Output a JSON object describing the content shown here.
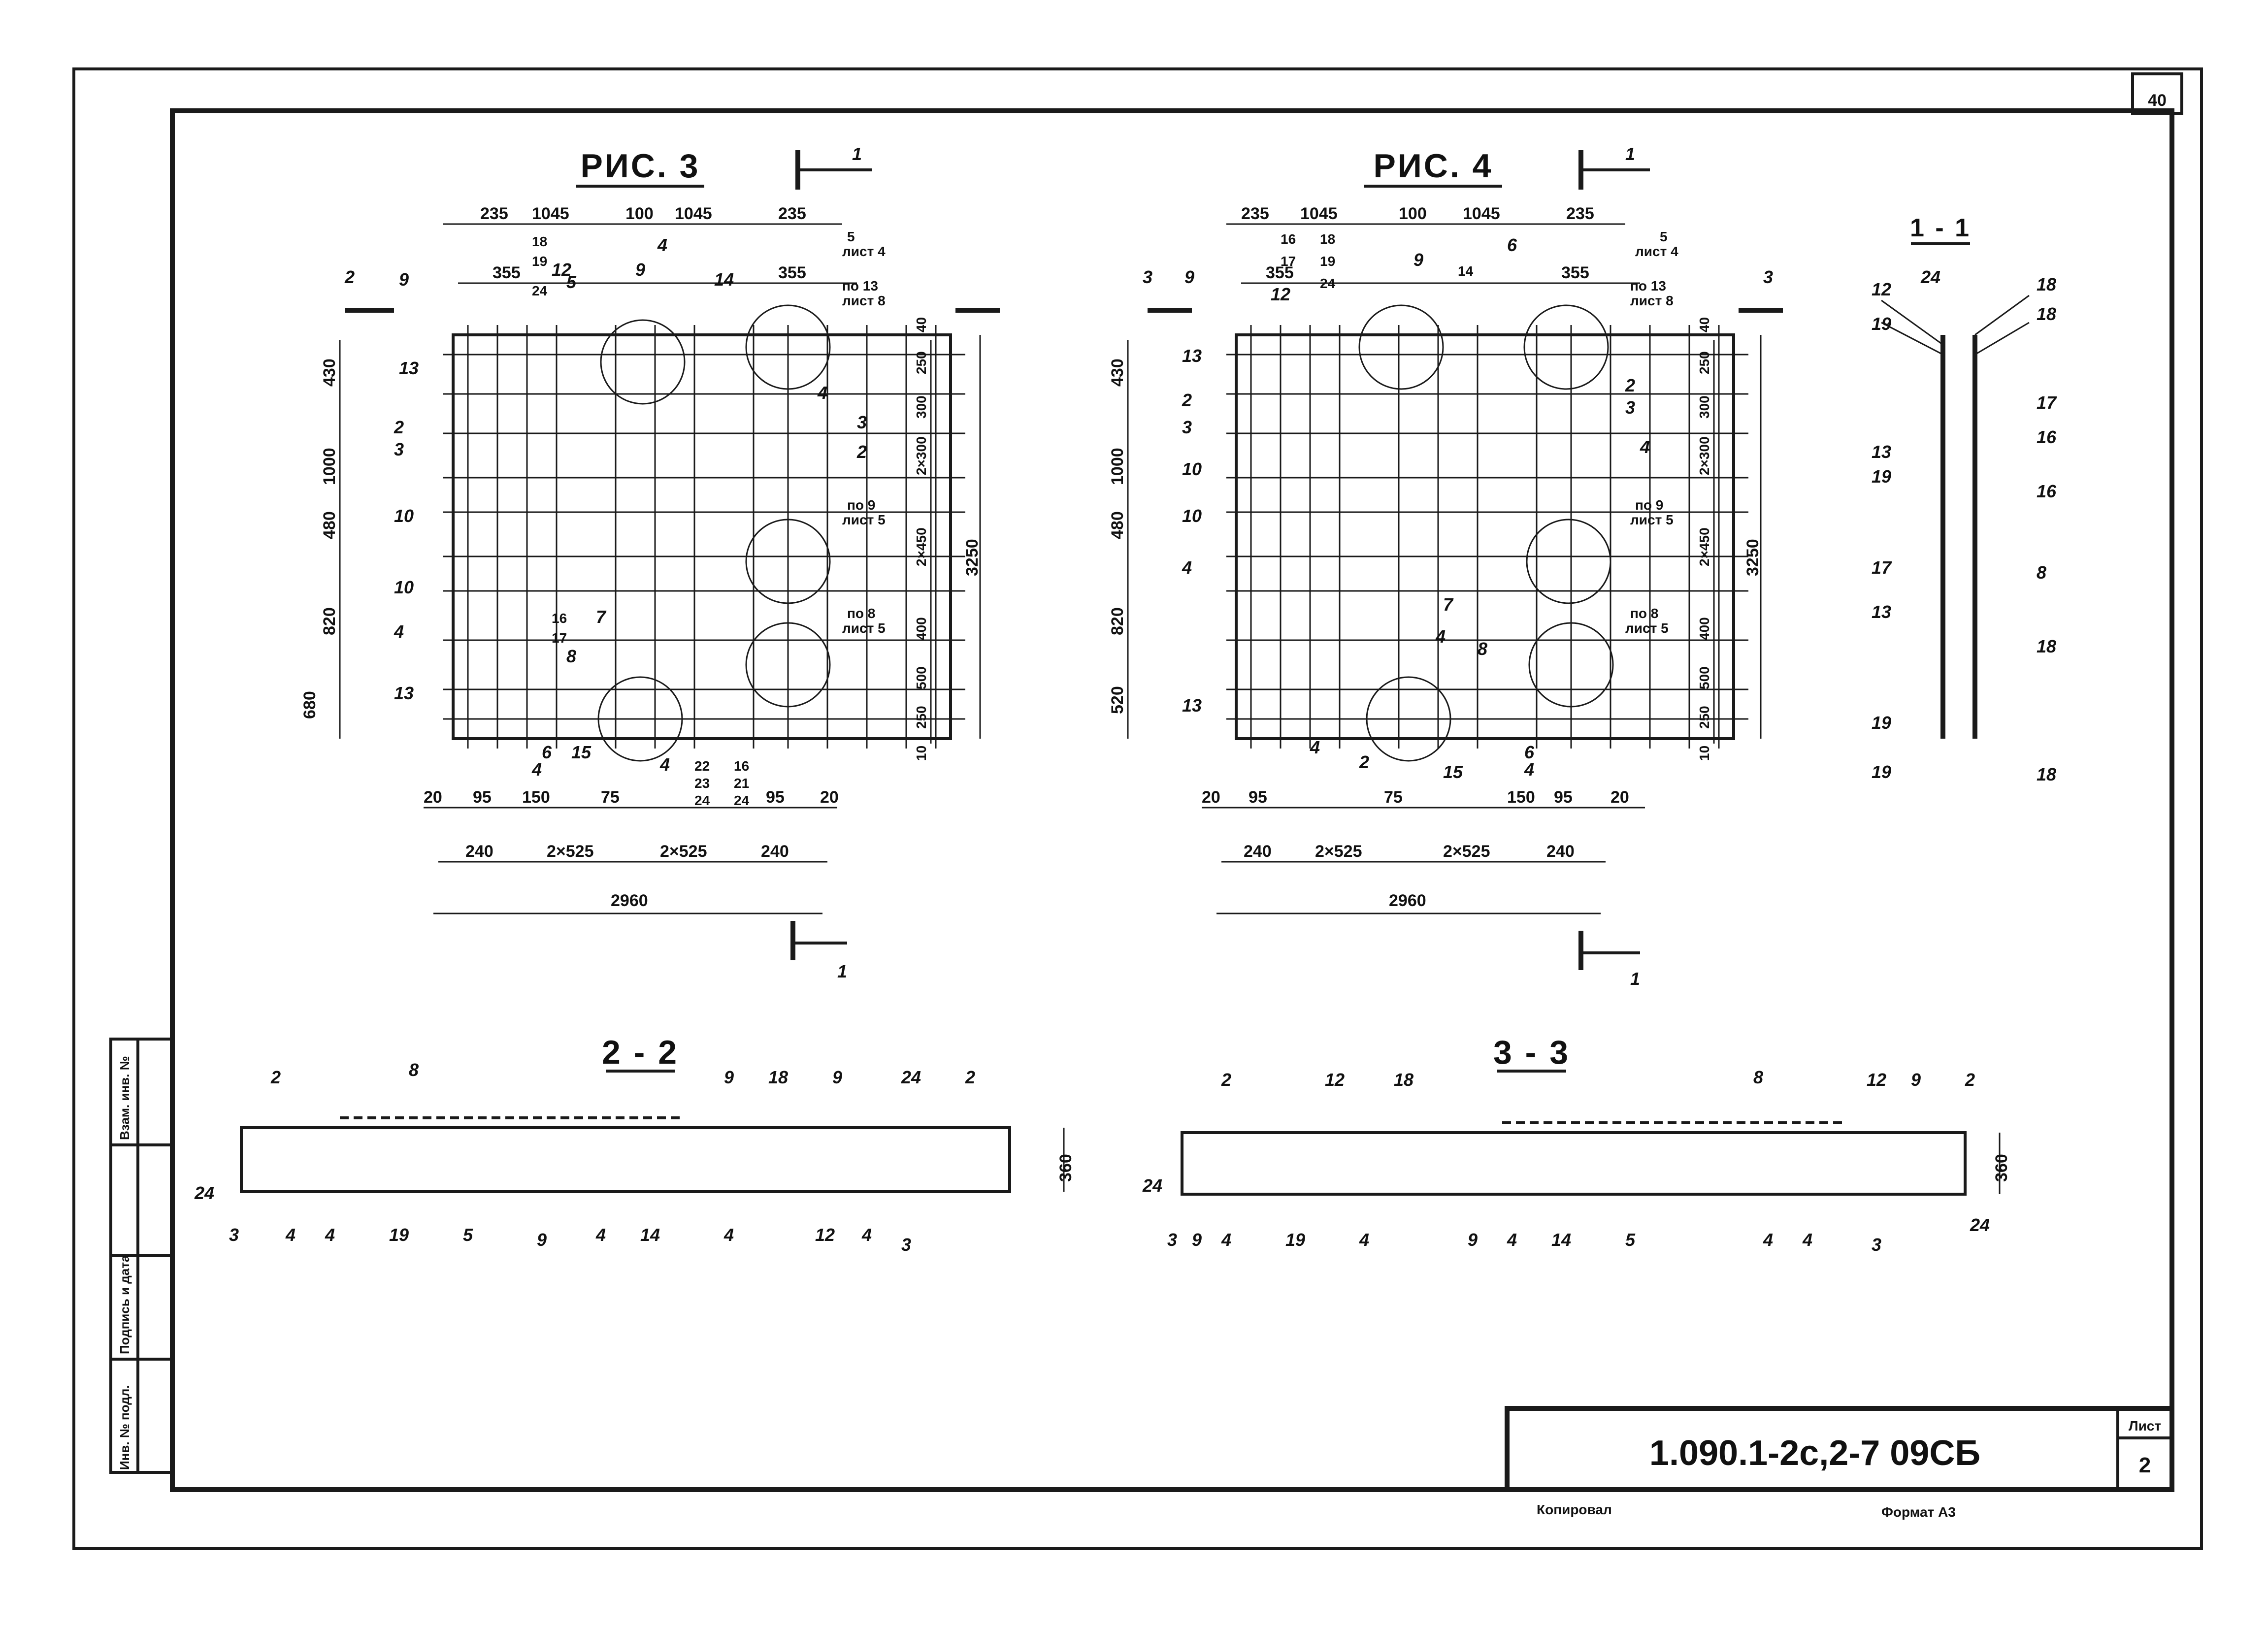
{
  "sheet_corner_number": "40",
  "figures": {
    "fig3": {
      "title": "РИС. 3",
      "section_marks": [
        "1",
        "2"
      ],
      "top_dims": [
        "235",
        "1045",
        "100",
        "1045",
        "235"
      ],
      "second_dims": [
        "355",
        "355"
      ],
      "left_dims": [
        "430",
        "1000",
        "480",
        "820",
        "680"
      ],
      "right_dims": [
        "40",
        "250",
        "300",
        "2×300",
        "2×450",
        "400",
        "500",
        "250",
        "10"
      ],
      "total_height": "3250",
      "bottom_dims": [
        "20",
        "95",
        "150",
        "75",
        "95",
        "20"
      ],
      "bottom_dims2": [
        "240",
        "2×525",
        "2×525",
        "240"
      ],
      "total_width": "2960",
      "callouts": [
        "9",
        "13",
        "2",
        "3",
        "10",
        "10",
        "4",
        "13",
        "18",
        "19",
        "24",
        "12",
        "5",
        "9",
        "4",
        "14",
        "4",
        "3",
        "2",
        "16",
        "17",
        "7",
        "8",
        "6",
        "4",
        "15",
        "4",
        "22",
        "23",
        "24",
        "16",
        "21",
        "24"
      ],
      "notes": [
        {
          "line1": "5",
          "line2": "лист 4"
        },
        {
          "line1": "по 13",
          "line2": "лист 8"
        },
        {
          "line1": "по 9",
          "line2": "лист 5"
        },
        {
          "line1": "по 8",
          "line2": "лист 5"
        }
      ]
    },
    "fig4": {
      "title": "РИС. 4",
      "section_marks": [
        "1",
        "3"
      ],
      "top_dims": [
        "235",
        "1045",
        "100",
        "1045",
        "235"
      ],
      "second_dims": [
        "355",
        "355"
      ],
      "left_dims": [
        "430",
        "1000",
        "480",
        "820",
        "520"
      ],
      "right_dims": [
        "40",
        "250",
        "300",
        "2×300",
        "2×450",
        "400",
        "500",
        "250",
        "10"
      ],
      "total_height": "3250",
      "bottom_dims": [
        "20",
        "95",
        "75",
        "150",
        "95",
        "20"
      ],
      "bottom_dims2": [
        "240",
        "2×525",
        "2×525",
        "240"
      ],
      "total_width": "2960",
      "callouts": [
        "9",
        "12",
        "13",
        "2",
        "3",
        "10",
        "10",
        "4",
        "13",
        "16",
        "17",
        "18",
        "19",
        "24",
        "9",
        "14",
        "6",
        "2",
        "3",
        "4",
        "7",
        "4",
        "8",
        "4",
        "2",
        "15",
        "6",
        "4"
      ],
      "notes": [
        {
          "line1": "5",
          "line2": "лист 4"
        },
        {
          "line1": "по 13",
          "line2": "лист 8"
        },
        {
          "line1": "по 9",
          "line2": "лист 5"
        },
        {
          "line1": "по 8",
          "line2": "лист 5"
        }
      ]
    }
  },
  "sections": {
    "s11": {
      "title": "1 - 1",
      "left_callouts": [
        "12",
        "19",
        "13",
        "19",
        "17",
        "13",
        "19",
        "19"
      ],
      "right_callouts": [
        "24",
        "18",
        "18",
        "17",
        "16",
        "16",
        "8",
        "18",
        "18"
      ]
    },
    "s22": {
      "title": "2 - 2",
      "top_callouts": [
        "2",
        "8",
        "9",
        "18",
        "9",
        "24",
        "2"
      ],
      "bottom_callouts": [
        "24",
        "3",
        "4",
        "4",
        "19",
        "5",
        "9",
        "4",
        "14",
        "4",
        "12",
        "4",
        "3"
      ],
      "height_dim": "360"
    },
    "s33": {
      "title": "3 - 3",
      "top_callouts": [
        "2",
        "12",
        "18",
        "8",
        "12",
        "9",
        "2"
      ],
      "bottom_callouts": [
        "24",
        "3",
        "9",
        "4",
        "19",
        "4",
        "9",
        "4",
        "14",
        "5",
        "4",
        "4",
        "3",
        "24"
      ],
      "height_dim": "360"
    }
  },
  "side_stamp": [
    "Инв. № подл.",
    "Подпись и дата",
    "Взам. инв. №"
  ],
  "title_block": {
    "code": "1.090.1-2с,2-7   09СБ",
    "sheet_label": "Лист",
    "sheet_number": "2"
  },
  "footer": {
    "checked": "Копировал",
    "format": "Формат А3"
  }
}
